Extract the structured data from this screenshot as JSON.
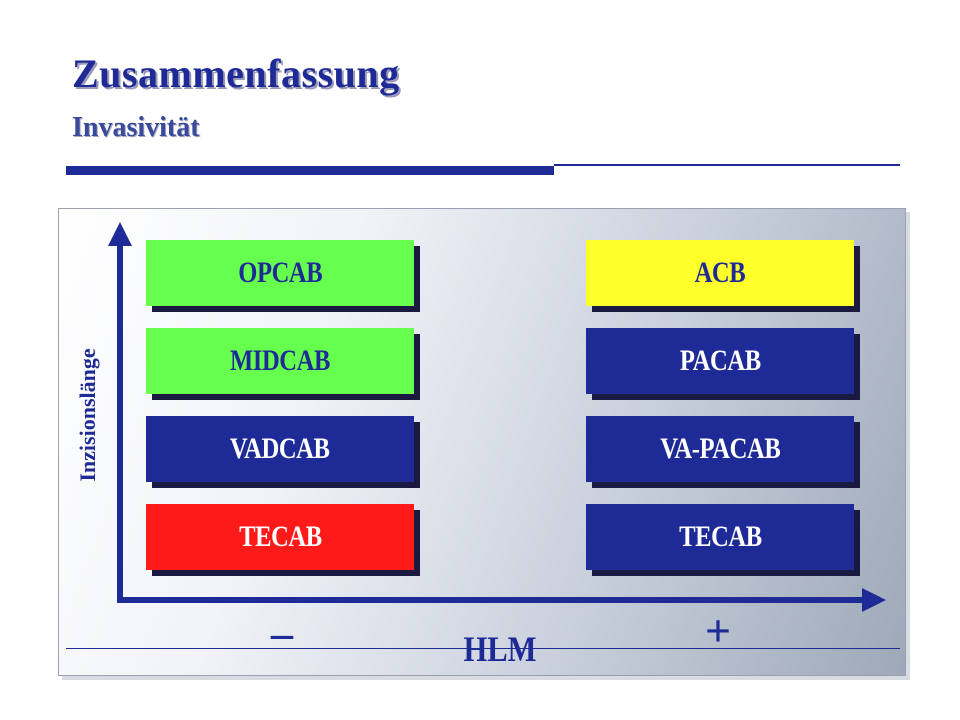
{
  "header": {
    "title": "Zusammenfassung",
    "subtitle": "Invasivität"
  },
  "diagram": {
    "y_axis_label": "Inzisionslänge",
    "x_axis_label": "HLM",
    "x_minus": "–",
    "x_plus": "+",
    "left_column": [
      {
        "label": "OPCAB",
        "color": "#66ff4d"
      },
      {
        "label": "MIDCAB",
        "color": "#66ff4d"
      },
      {
        "label": "VADCAB",
        "color": "#1e2a96"
      },
      {
        "label": "TECAB",
        "color": "#ff1a1a"
      }
    ],
    "right_column": [
      {
        "label": "ACB",
        "color": "#ffff2a"
      },
      {
        "label": "PACAB",
        "color": "#1e2a96"
      },
      {
        "label": "VA-PACAB",
        "color": "#1e2a96"
      },
      {
        "label": "TECAB",
        "color": "#1e2a96"
      }
    ]
  },
  "colors": {
    "accent": "#1e2a96"
  }
}
